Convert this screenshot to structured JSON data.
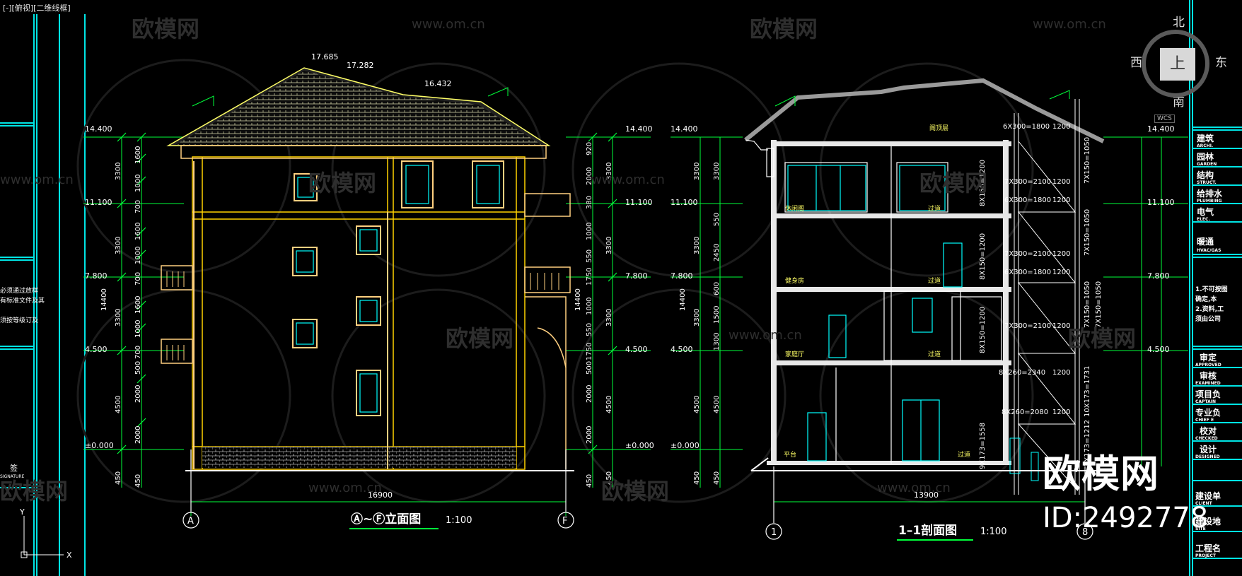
{
  "viewport": {
    "label": "[-][俯视][二维线框]"
  },
  "viewcube": {
    "north": "北",
    "south": "南",
    "east": "东",
    "west": "西",
    "top_face": "上",
    "wcs": "WCS"
  },
  "watermark": {
    "text": "欧模网",
    "url": "www.om.cn",
    "logo": "欧模网",
    "id": "ID:2492778"
  },
  "elevation": {
    "title": "Ⓐ~Ⓕ立面图",
    "scale": "1:100",
    "grid_left": "A",
    "grid_right": "F",
    "ridge_heights": [
      "17.685",
      "17.282",
      "16.432"
    ],
    "level_marks": [
      "14.400",
      "11.100",
      "7.800",
      "4.500",
      "±0.000"
    ],
    "dims_left_outer": [
      "3300",
      "3300",
      "3300",
      "4500",
      "450",
      "14400"
    ],
    "dims_left_inner": [
      "1600",
      "1000",
      "700",
      "1600",
      "1000",
      "700",
      "1600",
      "1000",
      "700",
      "500",
      "2000",
      "2000",
      "450"
    ],
    "dims_right_inner": [
      "920",
      "2000",
      "380",
      "1000",
      "550",
      "1750",
      "1000",
      "550",
      "1750",
      "500",
      "2000",
      "2000",
      "450"
    ],
    "dims_right_outer": [
      "3300",
      "3300",
      "3300",
      "4500",
      "14400",
      "450"
    ],
    "total_width": "16900"
  },
  "section": {
    "title": "1–1剖面图",
    "scale": "1:100",
    "grid_left": "1",
    "grid_right": "8",
    "level_marks": [
      "14.400",
      "11.100",
      "7.800",
      "4.500",
      "±0.000"
    ],
    "dims_left_outer": [
      "3300",
      "3300",
      "3300",
      "4500",
      "450",
      "14400"
    ],
    "dims_left_inner": [
      "3300",
      "550",
      "2450",
      "600",
      "1500",
      "1300",
      "4500",
      "450"
    ],
    "rooms": [
      "阁顶层",
      "休闲阁",
      "过道",
      "健身房",
      "过道",
      "家庭厅",
      "过道",
      "平台",
      "过道"
    ],
    "stair_notes": [
      "6X300=1800",
      "1200",
      "7X300=2100",
      "1200",
      "6X300=1800",
      "1200",
      "7X300=2100",
      "1200",
      "6X300=1800",
      "1200",
      "7X300=2100",
      "1200",
      "8X260=2340",
      "1200",
      "8X260=2080",
      "1200",
      "8X150=1200",
      "8X150=1200",
      "8X150=1200",
      "9X173=1558",
      "7X150=1050",
      "7X150=1050",
      "7X150=1050",
      "7X150=1050",
      "10X173=1731",
      "7X173=1212"
    ],
    "total_width": "13900"
  },
  "title_block_right": {
    "rows": [
      "建筑",
      "ARCHI.",
      "园林",
      "GARDEN",
      "结构",
      "STRUCT.",
      "给排水",
      "PLUMBING",
      "电气",
      "ELEC.",
      "暖通",
      "HVAC/GAS"
    ],
    "notes": [
      "1.不可按图",
      "确定,本",
      "2.资料,工",
      "须由公司"
    ],
    "sign_rows": [
      "审定",
      "APPROVED",
      "审核",
      "EXAMINED",
      "项目负",
      "CAPTAIN",
      "专业负",
      "CHIEF E",
      "校对",
      "CHECKED",
      "设计",
      "DESIGNED"
    ],
    "client_rows": [
      "建设单",
      "CLIENT",
      "建设地",
      "SITE",
      "工程名",
      "PROJECT"
    ]
  },
  "title_block_left": {
    "notes": [
      "必须通过放样",
      "有标准文件及其",
      "须按等级订及"
    ],
    "sign": "签",
    "sign_en": "SIGNATURE"
  },
  "colors": {
    "frame": "#00e5e5",
    "dim": "#00ff3a",
    "outline": "#ffd200",
    "wall": "#ffffff",
    "window": "#00ffff",
    "roof": "#ffff66",
    "grey_roof": "#9a9a9a",
    "column": "#ffd080",
    "text": "#ffffff"
  }
}
